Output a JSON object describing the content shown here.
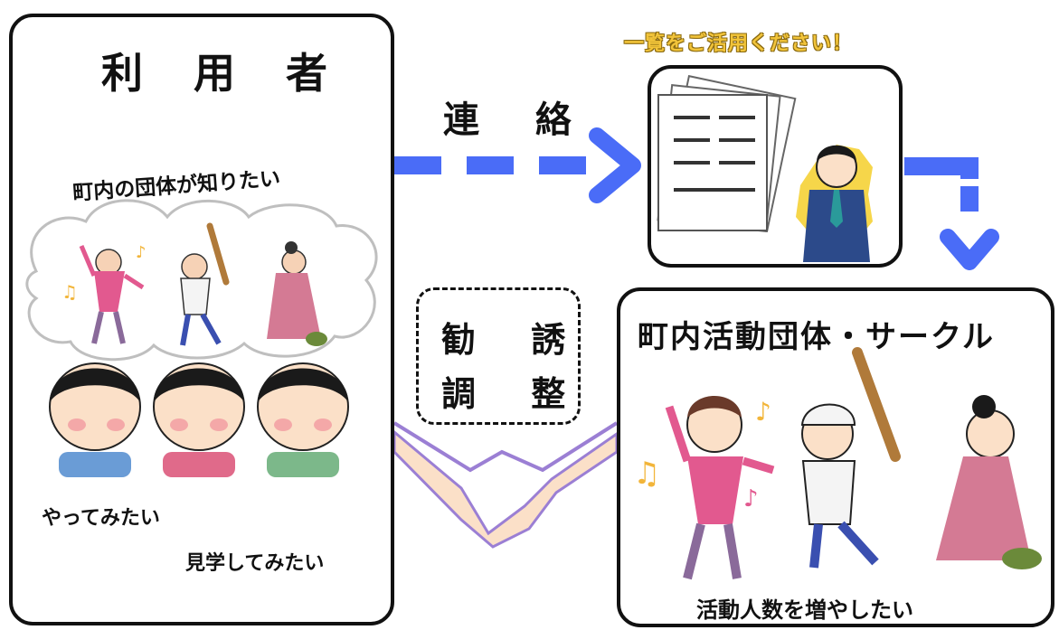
{
  "users_panel": {
    "title": "利 用 者",
    "bubble_heading": "町内の団体が知りたい",
    "wish_1": "やってみたい",
    "wish_2": "見学してみたい"
  },
  "contact_label": "連 絡",
  "list_note": "一覧をご活用ください！",
  "solicit_box": {
    "line_1": "勧 誘",
    "line_2": "調 整"
  },
  "groups_panel": {
    "title": "町内活動団体・サークル",
    "wish": "活動人数を増やしたい"
  },
  "colors": {
    "arrow": "#4a6cf7",
    "note_yellow": "#f2c43a",
    "border": "#111111"
  }
}
